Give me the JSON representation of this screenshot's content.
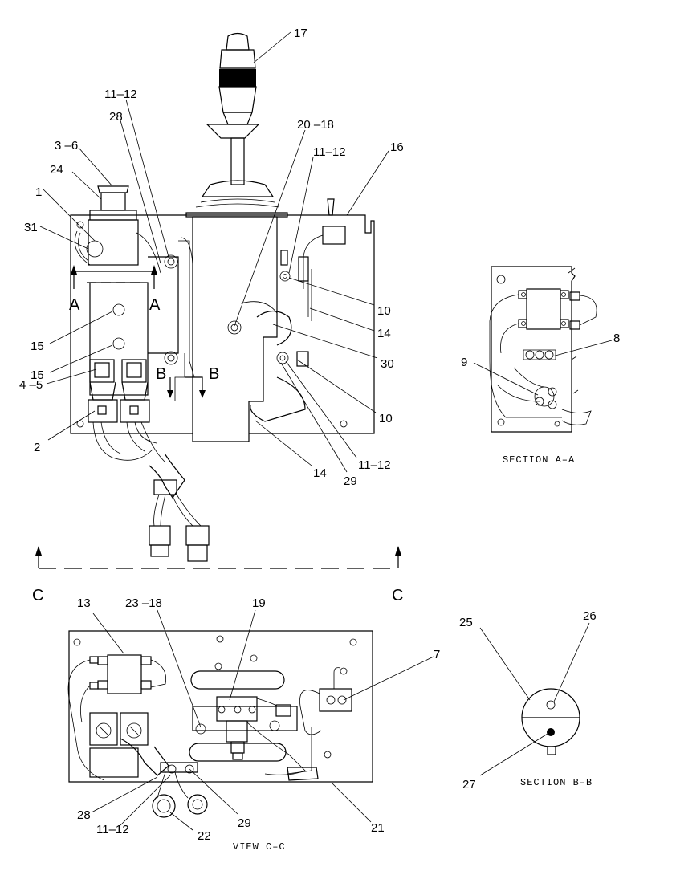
{
  "callouts": {
    "c17": "17",
    "c11_12_a": "11–12",
    "c28_a": "28",
    "c20_18": "20 –18",
    "c11_12_b": "11–12",
    "c16": "16",
    "c3_6": "3 –6",
    "c24": "24",
    "c1": "1",
    "c31": "31",
    "c15_a": "15",
    "c15_b": "15",
    "c4_5": "4 –5",
    "c2": "2",
    "c10_a": "10",
    "c14_a": "14",
    "c30": "30",
    "c10_b": "10",
    "c11_12_c": "11–12",
    "c29_a": "29",
    "c14_b": "14",
    "c8": "8",
    "c9": "9",
    "c13": "13",
    "c23_18": "23 –18",
    "c19": "19",
    "c7": "7",
    "c25": "25",
    "c26": "26",
    "c27": "27",
    "c28_b": "28",
    "c11_12_d": "11–12",
    "c22": "22",
    "c29_b": "29",
    "c21": "21"
  },
  "section_markers": {
    "a_left": "A",
    "a_right": "A",
    "b_left": "B",
    "b_right": "B",
    "c_left": "C",
    "c_right": "C"
  },
  "captions": {
    "section_aa": "SECTION  A–A",
    "section_bb": "SECTION  B–B",
    "view_cc": "VIEW  C–C"
  }
}
